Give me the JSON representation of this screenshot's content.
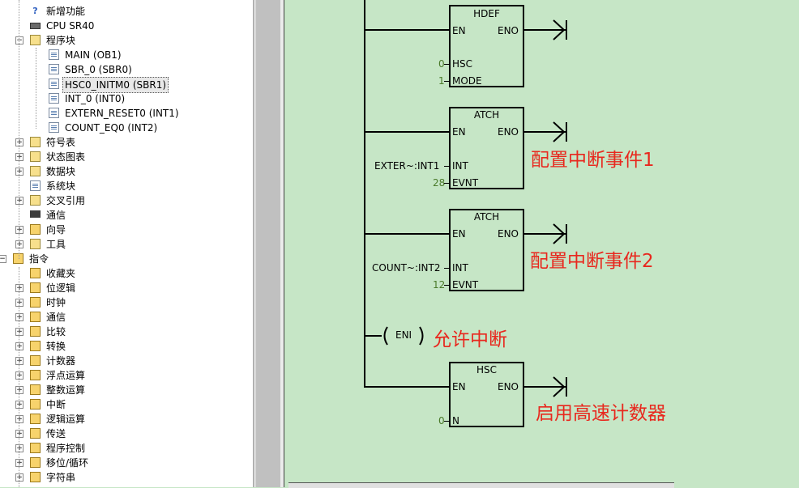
{
  "tree": {
    "items": [
      {
        "label": "新增功能",
        "indent": 1,
        "icon": "help-icon"
      },
      {
        "label": "CPU SR40",
        "indent": 1,
        "icon": "cpu-icon"
      },
      {
        "label": "程序块",
        "indent": 1,
        "icon": "folder-icon",
        "expander": "−"
      },
      {
        "label": "MAIN (OB1)",
        "indent": 2,
        "icon": "program-doc-icon"
      },
      {
        "label": "SBR_0 (SBR0)",
        "indent": 2,
        "icon": "program-doc-icon"
      },
      {
        "label": "HSC0_INITM0 (SBR1)",
        "indent": 2,
        "icon": "program-doc-icon",
        "selected": true
      },
      {
        "label": "INT_0 (INT0)",
        "indent": 2,
        "icon": "program-doc-icon"
      },
      {
        "label": "EXTERN_RESET0 (INT1)",
        "indent": 2,
        "icon": "program-doc-icon"
      },
      {
        "label": "COUNT_EQ0 (INT2)",
        "indent": 2,
        "icon": "program-doc-icon"
      },
      {
        "label": "符号表",
        "indent": 1,
        "icon": "folder-icon",
        "expander": "+"
      },
      {
        "label": "状态图表",
        "indent": 1,
        "icon": "folder-icon",
        "expander": "+"
      },
      {
        "label": "数据块",
        "indent": 1,
        "icon": "folder-icon",
        "expander": "+"
      },
      {
        "label": "系统块",
        "indent": 1,
        "icon": "doc-icon"
      },
      {
        "label": "交叉引用",
        "indent": 1,
        "icon": "folder-icon",
        "expander": "+"
      },
      {
        "label": "通信",
        "indent": 1,
        "icon": "comm-icon"
      },
      {
        "label": "向导",
        "indent": 1,
        "icon": "wizard-icon",
        "expander": "+"
      },
      {
        "label": "工具",
        "indent": 1,
        "icon": "folder-icon",
        "expander": "+"
      },
      {
        "label": "指令",
        "indent": 0,
        "icon": "instructions-icon",
        "expander": "−"
      },
      {
        "label": "收藏夹",
        "indent": 1,
        "icon": "instruction-group-icon"
      },
      {
        "label": "位逻辑",
        "indent": 1,
        "icon": "instruction-group-icon",
        "expander": "+"
      },
      {
        "label": "时钟",
        "indent": 1,
        "icon": "instruction-group-icon",
        "expander": "+"
      },
      {
        "label": "通信",
        "indent": 1,
        "icon": "instruction-group-icon",
        "expander": "+"
      },
      {
        "label": "比较",
        "indent": 1,
        "icon": "instruction-group-icon",
        "expander": "+"
      },
      {
        "label": "转换",
        "indent": 1,
        "icon": "instruction-group-icon",
        "expander": "+"
      },
      {
        "label": "计数器",
        "indent": 1,
        "icon": "instruction-group-icon",
        "expander": "+"
      },
      {
        "label": "浮点运算",
        "indent": 1,
        "icon": "instruction-group-icon",
        "expander": "+"
      },
      {
        "label": "整数运算",
        "indent": 1,
        "icon": "instruction-group-icon",
        "expander": "+"
      },
      {
        "label": "中断",
        "indent": 1,
        "icon": "instruction-group-icon",
        "expander": "+"
      },
      {
        "label": "逻辑运算",
        "indent": 1,
        "icon": "instruction-group-icon",
        "expander": "+"
      },
      {
        "label": "传送",
        "indent": 1,
        "icon": "instruction-group-icon",
        "expander": "+"
      },
      {
        "label": "程序控制",
        "indent": 1,
        "icon": "instruction-group-icon",
        "expander": "+"
      },
      {
        "label": "移位/循环",
        "indent": 1,
        "icon": "instruction-group-icon",
        "expander": "+"
      },
      {
        "label": "字符串",
        "indent": 1,
        "icon": "instruction-group-icon",
        "expander": "+"
      }
    ]
  },
  "ladder": {
    "hdef": {
      "title": "HDEF",
      "en": "EN",
      "eno": "ENO",
      "p1_name": "HSC",
      "p1_val": "0",
      "p2_name": "MODE",
      "p2_val": "1"
    },
    "atch1": {
      "title": "ATCH",
      "en": "EN",
      "eno": "ENO",
      "p1_name": "INT",
      "p1_val": "EXTER~:INT1",
      "p2_name": "EVNT",
      "p2_val": "28"
    },
    "atch2": {
      "title": "ATCH",
      "en": "EN",
      "eno": "ENO",
      "p1_name": "INT",
      "p1_val": "COUNT~:INT2",
      "p2_name": "EVNT",
      "p2_val": "12"
    },
    "eni": {
      "label": "ENI"
    },
    "hsc": {
      "title": "HSC",
      "en": "EN",
      "eno": "ENO",
      "p1_name": "N",
      "p1_val": "0"
    }
  },
  "annotations": {
    "note1": "配置中断事件1",
    "note2": "配置中断事件2",
    "note3": "允许中断",
    "note4": "启用高速计数器"
  },
  "colors": {
    "annotation": "#e8281e",
    "ladder_bg": "#c6e6c6",
    "param_number": "#4a7a2a"
  }
}
